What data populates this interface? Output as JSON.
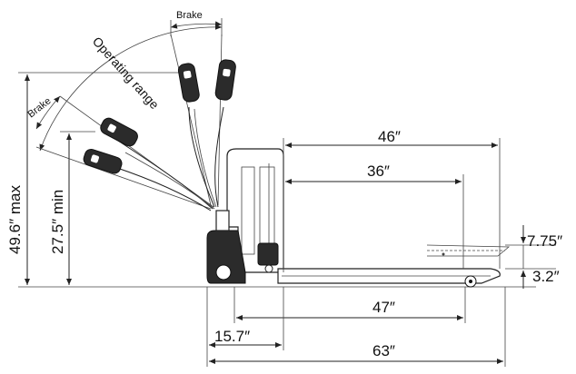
{
  "labels": {
    "brake_top": "Brake",
    "brake_left": "Brake",
    "operating_range": "Operating range",
    "height_max": "49.6″ max",
    "height_min": "27.5″ min"
  },
  "dimensions": {
    "d46": "46″",
    "d36": "36″",
    "d775": "7.75″",
    "d32": "3.2″",
    "d47": "47″",
    "d157": "15.7″",
    "d63": "63″"
  }
}
